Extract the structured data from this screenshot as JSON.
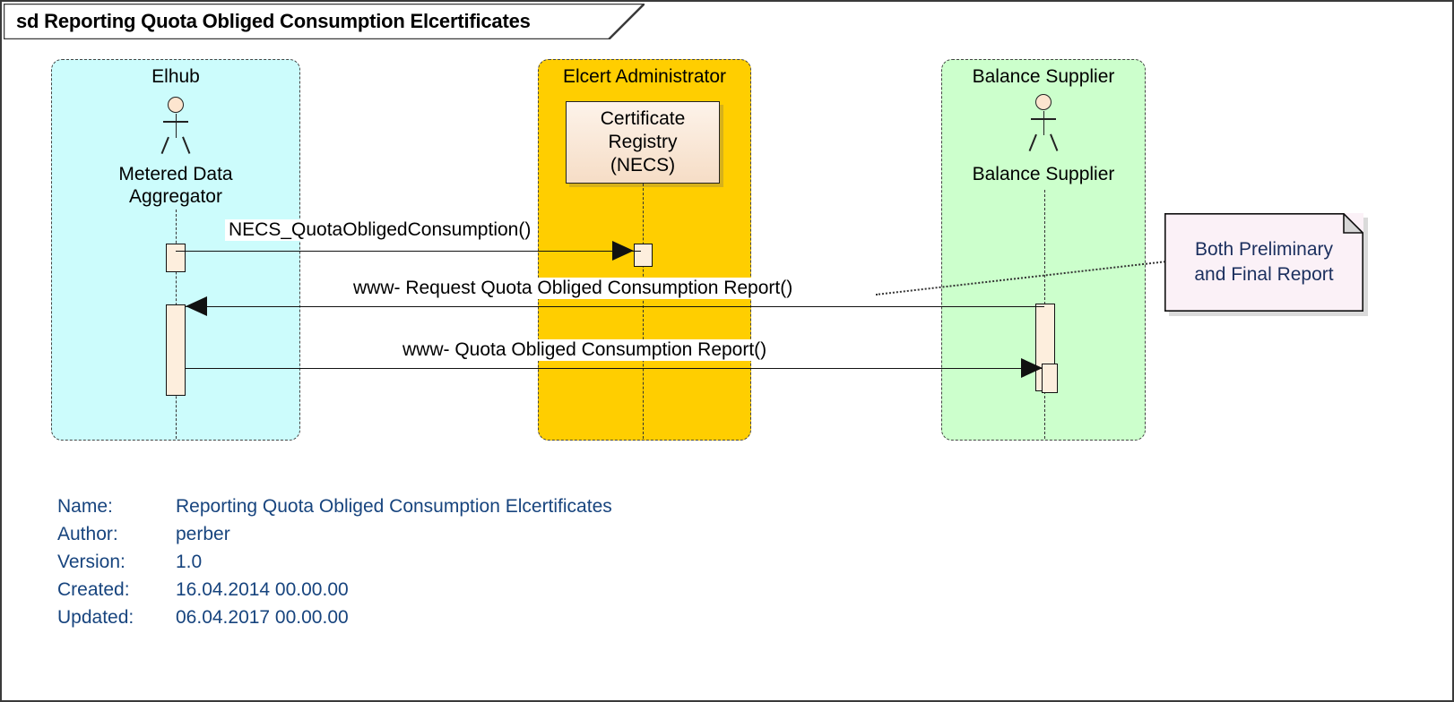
{
  "frame": {
    "keyword": "sd",
    "title": "sd Reporting Quota Obliged Consumption Elcertificates"
  },
  "partitions": [
    {
      "name": "Elhub",
      "color": "#ccfcfc",
      "actor_label": "Metered Data\nAggregator"
    },
    {
      "name": "Elcert Administrator",
      "color": "#ffce00",
      "object_label": "Certificate\nRegistry\n(NECS)"
    },
    {
      "name": "Balance Supplier",
      "color": "#ccffcc",
      "actor_label": "Balance Supplier"
    }
  ],
  "lifelines": {
    "elhub": {
      "partition_title": "Elhub",
      "actor_line1": "Metered Data",
      "actor_line2": "Aggregator"
    },
    "elcert": {
      "partition_title": "Elcert Administrator",
      "box_line1": "Certificate",
      "box_line2": "Registry",
      "box_line3": "(NECS)"
    },
    "balance": {
      "partition_title": "Balance Supplier",
      "actor_name": "Balance Supplier"
    }
  },
  "messages": [
    {
      "label": "NECS_QuotaObligedConsumption()",
      "from": "Elhub",
      "to": "Elcert Administrator",
      "direction": "right"
    },
    {
      "label": "www- Request Quota Obliged Consumption Report()",
      "from": "Balance Supplier",
      "to": "Elhub",
      "direction": "left"
    },
    {
      "label": "www- Quota Obliged Consumption Report()",
      "from": "Elhub",
      "to": "Balance Supplier",
      "direction": "right"
    }
  ],
  "note": {
    "line1": "Both Preliminary",
    "line2": "and Final Report"
  },
  "metadata": {
    "rows": [
      {
        "key": "Name:",
        "value": "Reporting Quota Obliged Consumption Elcertificates"
      },
      {
        "key": "Author:",
        "value": "perber"
      },
      {
        "key": "Version:",
        "value": "1.0"
      },
      {
        "key": "Created:",
        "value": "16.04.2014 00.00.00"
      },
      {
        "key": "Updated:",
        "value": "06.04.2017 00.00.00"
      }
    ]
  },
  "colors": {
    "elhub_fill": "#ccfcfc",
    "elcert_fill": "#ffce00",
    "balance_fill": "#ccffcc",
    "activation_fill": "#fdeedd",
    "note_fill": "#fbf1f7",
    "metadata_text": "#17447e"
  }
}
